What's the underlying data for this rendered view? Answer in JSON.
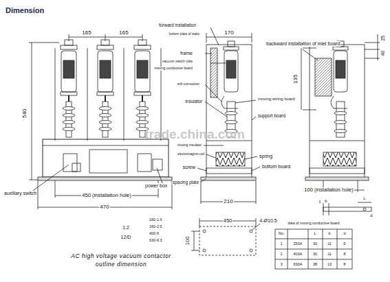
{
  "diagram": {
    "title": "Dimension",
    "caption": "AC high voltage vacuum contactor outline dimension",
    "labels": [
      "165",
      "165",
      "170",
      "25",
      "40",
      "540",
      "135",
      "forward installation",
      "bottom plate of static",
      "frame",
      "vacuum switch tube",
      "moving conductive board",
      "soft connection",
      "insulator",
      "moving wiring board",
      "support board",
      "moving insulator",
      "electromagnet coil",
      "spring",
      "screw",
      "bottom board",
      "spacing plate",
      "backward installation of inlet board",
      "auxiliary switch",
      "power box",
      "450 (installation hole)",
      "470",
      "210",
      "100 (installation hole)",
      "trade.china.com",
      "450",
      "100",
      "4-Ø10.5",
      "1.2",
      "12/D",
      "160-1.6",
      "160-2.5",
      "400-6",
      "630-6.3",
      "1",
      "b",
      "L",
      "d",
      "data of moving conductive board",
      "No.",
      "L",
      "b",
      "d",
      "1",
      "250A",
      "30",
      "11",
      "5",
      "2",
      "400A",
      "30",
      "11",
      "8",
      "3",
      "630A",
      "38",
      "13",
      "8"
    ]
  }
}
